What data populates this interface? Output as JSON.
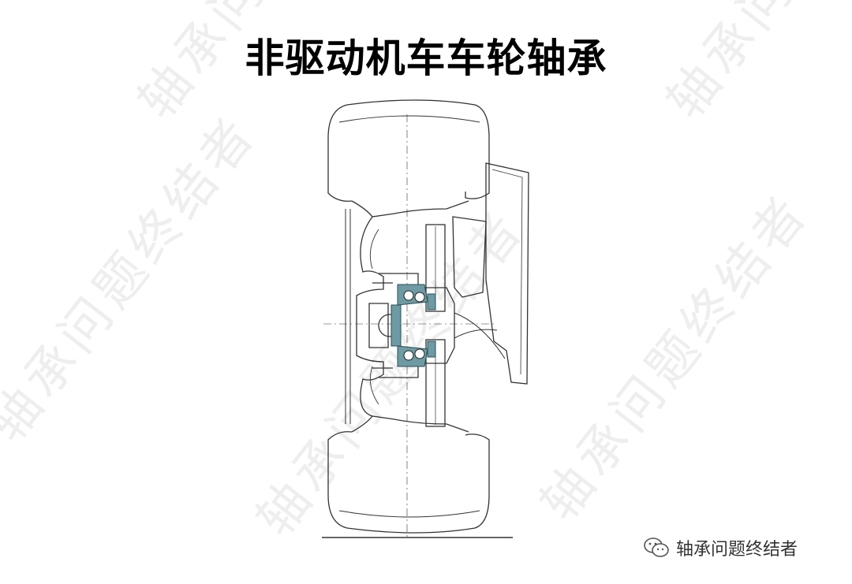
{
  "title": "非驱动机车车轮轴承",
  "watermark": "轴承问题终结者",
  "footer": {
    "icon": "wechat-icon",
    "text": "轴承问题终结者"
  },
  "colors": {
    "bearing": "#6e9aa3",
    "line": "#333333",
    "watermark": "#eeeeee"
  }
}
